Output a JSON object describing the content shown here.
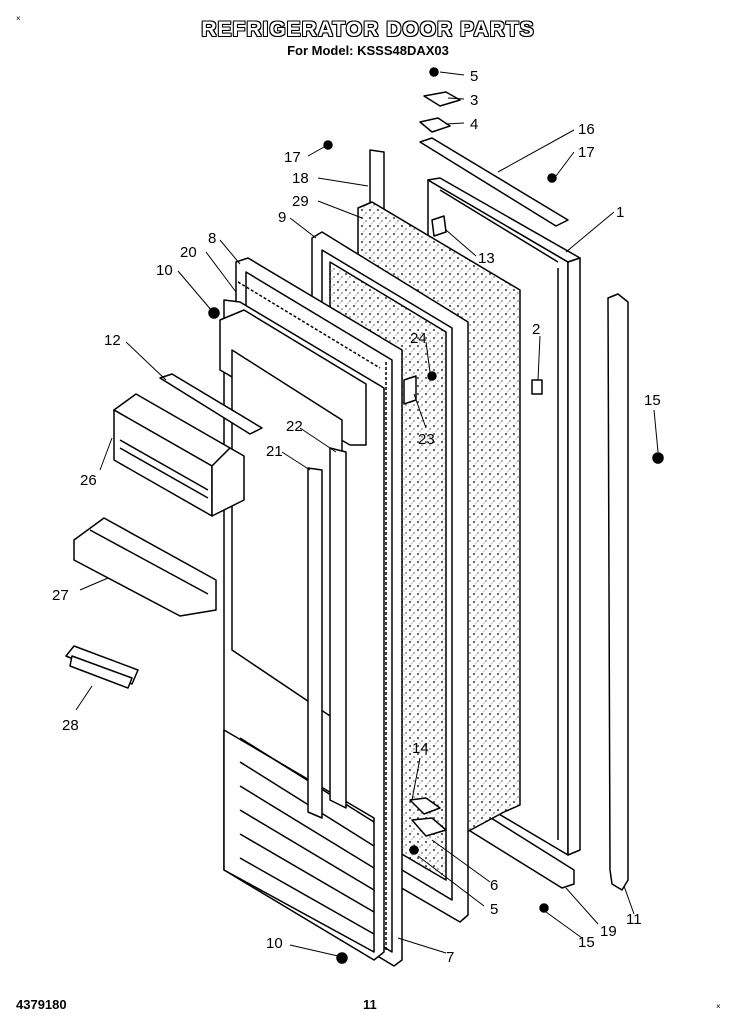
{
  "header": {
    "title": "REFRIGERATOR DOOR PARTS",
    "subtitle": "For Model: KSSS48DAX03"
  },
  "footer": {
    "doc_number": "4379180",
    "page_number": "11"
  },
  "corner_marks": [
    "×",
    "×"
  ],
  "callouts": [
    "5",
    "3",
    "4",
    "16",
    "17",
    "17",
    "18",
    "1",
    "29",
    "9",
    "13",
    "8",
    "20",
    "10",
    "2",
    "24",
    "12",
    "15",
    "23",
    "22",
    "21",
    "26",
    "27",
    "28",
    "14",
    "6",
    "5",
    "10",
    "7",
    "15",
    "19",
    "11"
  ]
}
